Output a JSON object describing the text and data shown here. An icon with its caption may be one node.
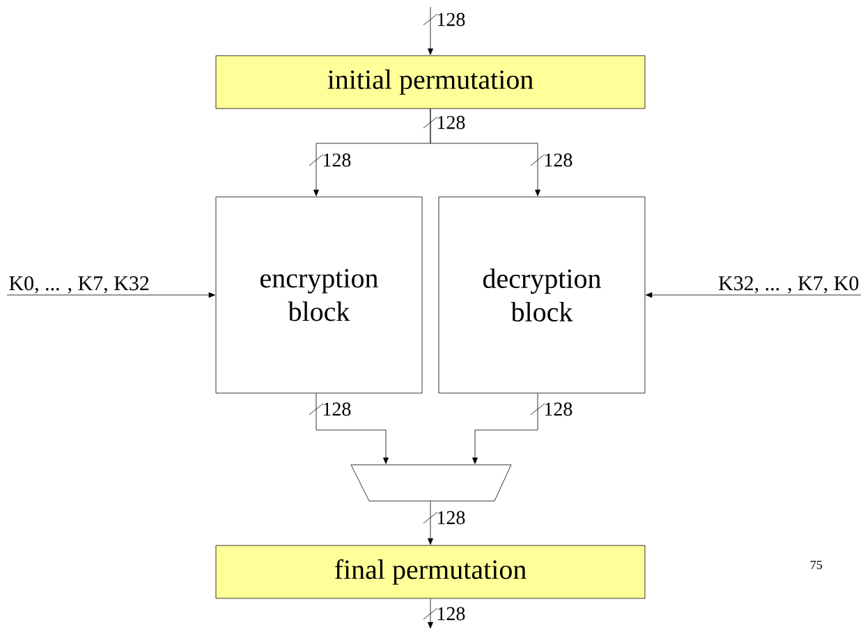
{
  "diagram": {
    "nodes": [
      {
        "text": [
          "initial permutation"
        ]
      },
      {
        "text": [
          "K0, ... , K7, K32"
        ]
      },
      {
        "text": [
          "encryption block"
        ]
      },
      {
        "text": [
          "decryption block"
        ]
      },
      {
        "text": [
          "K32, ... , K7, K0"
        ]
      },
      {
        "text": [],
        "shape": "trapezoid"
      },
      {
        "text": [
          "final permutation"
        ]
      }
    ],
    "edges": [
      {
        "from": null,
        "to": 0,
        "arrow": "to",
        "label": "128"
      },
      {
        "from": 0,
        "to": 2,
        "arrow": "to",
        "label": "128"
      },
      {
        "from": 0,
        "to": 3,
        "arrow": "to",
        "label": "128"
      },
      {
        "from": 1,
        "to": 2,
        "arrow": "to"
      },
      {
        "from": 4,
        "to": 3,
        "arrow": "to"
      },
      {
        "from": 2,
        "to": 5,
        "arrow": "to",
        "label": "128"
      },
      {
        "from": 3,
        "to": 5,
        "arrow": "to",
        "label": "128"
      },
      {
        "from": 5,
        "to": 6,
        "arrow": "to",
        "label": "128"
      },
      {
        "from": 6,
        "to": null,
        "arrow": "to",
        "label": "128"
      }
    ],
    "labels": [
      "128",
      "75"
    ]
  }
}
